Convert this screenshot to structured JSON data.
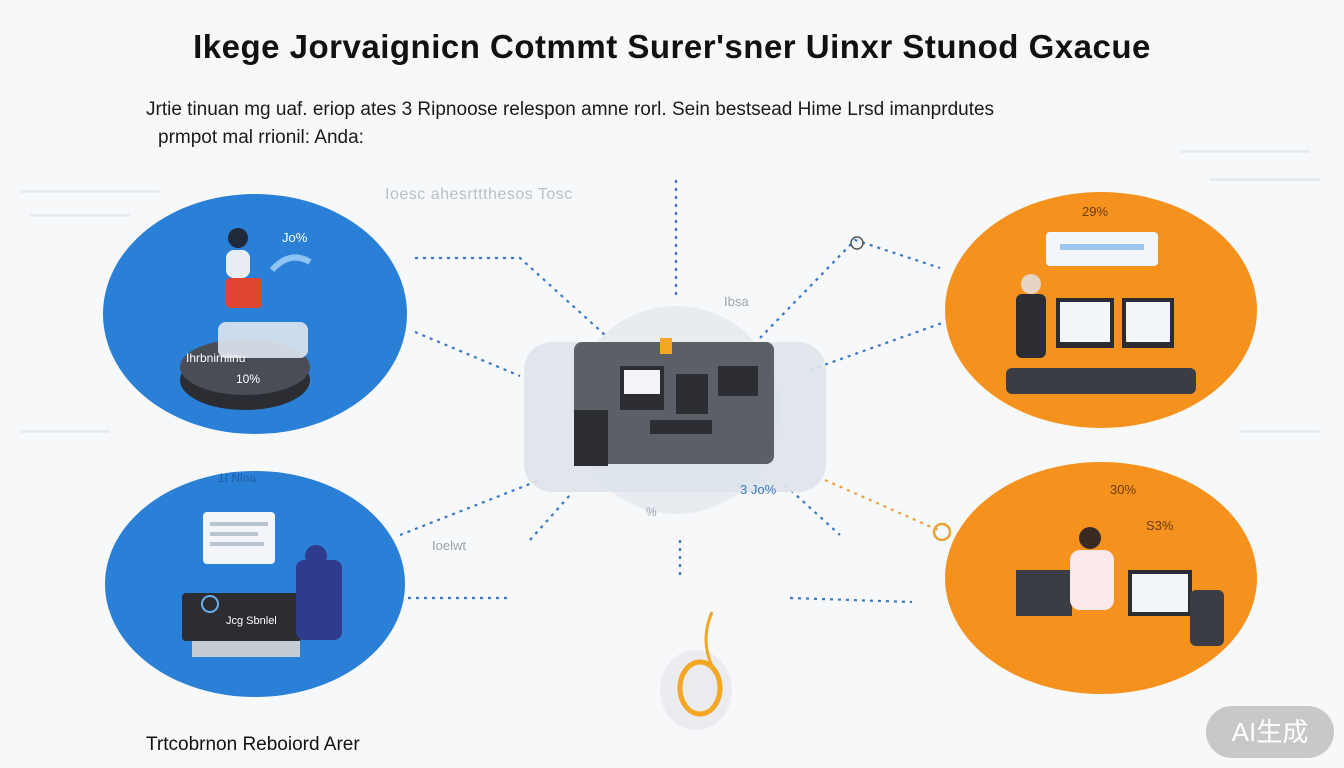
{
  "title": "Ikege  Jorvaignicn Cotmmt Surer'sner Uinxr Stunod Gxacue",
  "subtitle": {
    "line1": "Jrtie tinuan mg uaf. eriop ates 3 Ripnoose relespon amne rorl. Sein bestsead Hime Lrsd imanprdutes",
    "line2": "prmpot mal rrionil: Anda:"
  },
  "faint_text": "Ioesc ahesrttthesos Tosc",
  "footer": "Trtcobrnon Reboiord Arer",
  "watermark": "AI生成",
  "nodes": {
    "top_left": {
      "label": "Ihrbnirnlinu",
      "value": "10%",
      "badge": "Jo%"
    },
    "bottom_left": {
      "screen_label": "Jcg Sbnlel",
      "badge": "1I Nloa"
    },
    "top_right": {
      "badge": "29%"
    },
    "bottom_right": {
      "badge1": "30%",
      "badge2": "S3%"
    },
    "center": {
      "badge_top": "Ibsa",
      "badge_bottom": "%"
    }
  },
  "floating": {
    "mid_right": "3 Jo%",
    "mid_left": "Ioelwt"
  },
  "colors": {
    "blue": "#2a7fd6",
    "orange": "#f5921e",
    "connector": "#3a78c2",
    "connector_orange": "#e8a23a"
  }
}
